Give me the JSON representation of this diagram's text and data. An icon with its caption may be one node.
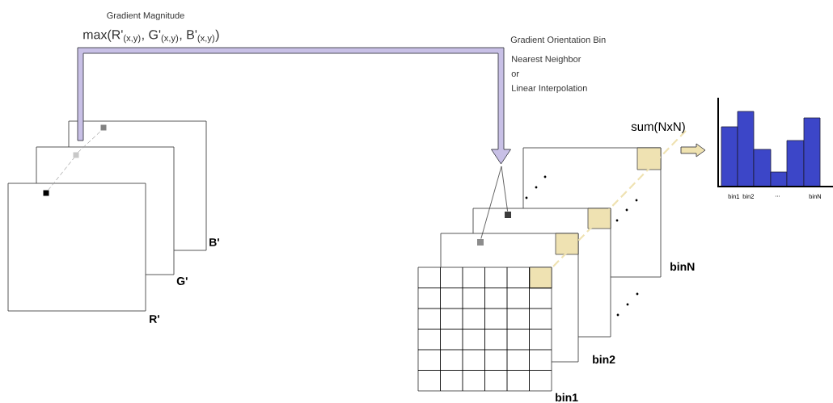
{
  "diagram": {
    "nodes": [
      {
        "text": [
          "B'"
        ]
      },
      {
        "text": [
          "G'"
        ]
      },
      {
        "text": [
          "R'"
        ]
      },
      {
        "text": [
          "binN"
        ]
      },
      {
        "text": [],
        "shape": "box"
      },
      {
        "text": [
          "bin2"
        ]
      },
      {
        "text": [
          "bin1"
        ]
      },
      {
        "text": [
          "bin1",
          "bin2",
          "...",
          "binN"
        ]
      },
      {
        "text": [],
        "shape": "box",
        "in": 4
      },
      {
        "text": [],
        "shape": "box"
      }
    ],
    "edges": [
      {
        "from": 0,
        "to": null,
        "arrow": "to",
        "color": "#c8c0e6"
      },
      {
        "from": 3,
        "to": 7,
        "arrow": "to",
        "label": "sum(NxN)",
        "color": "#efe2b0"
      },
      {
        "from": 2,
        "to": 1,
        "arrow": "none",
        "style": "dashed",
        "color": "#a0a0a0"
      },
      {
        "from": 1,
        "to": 0,
        "arrow": "none",
        "style": "dashed",
        "color": "#a0a0a0"
      },
      {
        "from": null,
        "to": 9,
        "arrow": "none",
        "color": "#3c3c3c"
      },
      {
        "from": null,
        "to": 8,
        "arrow": "none",
        "color": "#3c3c3c"
      }
    ],
    "labels": [
      "Gradient Magnitude",
      "max(R'$_{(x,y)}$, G'$_{(x,y)}$, B'$_{(x,y)}$)",
      "Gradient Orientation Bin",
      "Nearest Neighbor",
      "or",
      "Linear Interpolation"
    ]
  }
}
